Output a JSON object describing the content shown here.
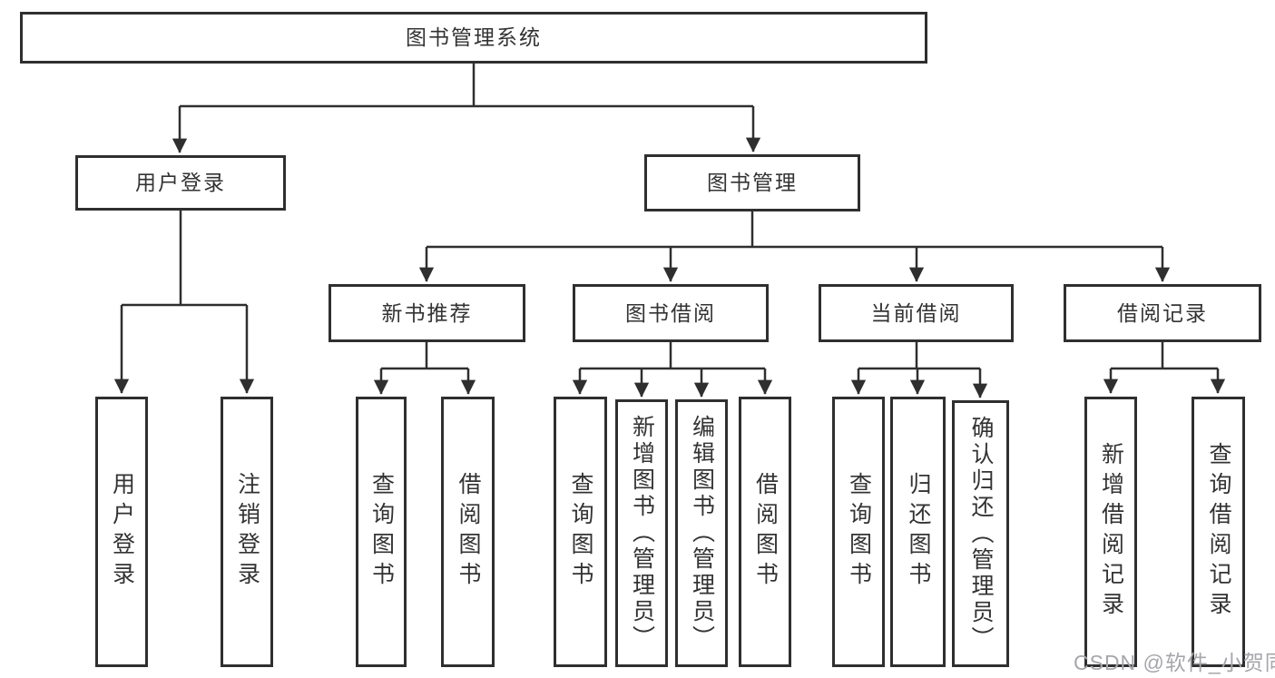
{
  "tree": {
    "root": {
      "label": "图书管理系统"
    },
    "branches": [
      {
        "label": "用户登录",
        "children": [
          {
            "label": "用户登录"
          },
          {
            "label": "注销登录"
          }
        ]
      },
      {
        "label": "图书管理",
        "children": [
          {
            "label": "新书推荐",
            "children": [
              {
                "label": "查询图书"
              },
              {
                "label": "借阅图书"
              }
            ]
          },
          {
            "label": "图书借阅",
            "children": [
              {
                "label": "查询图书"
              },
              {
                "label": "新增图书（管理员）"
              },
              {
                "label": "编辑图书（管理员）"
              },
              {
                "label": "借阅图书"
              }
            ]
          },
          {
            "label": "当前借阅",
            "children": [
              {
                "label": "查询图书"
              },
              {
                "label": "归还图书"
              },
              {
                "label": "确认归还（管理员）"
              }
            ]
          },
          {
            "label": "借阅记录",
            "children": [
              {
                "label": "新增借阅记录"
              },
              {
                "label": "查询借阅记录"
              }
            ]
          }
        ]
      }
    ]
  },
  "watermark": {
    "text": "CSDN @软件_小贺同学"
  },
  "colors": {
    "line": "#2f2f2f",
    "box_border": "#2f2f2f",
    "text": "#333333",
    "watermark": "#a6a6ab",
    "background": "#ffffff"
  }
}
